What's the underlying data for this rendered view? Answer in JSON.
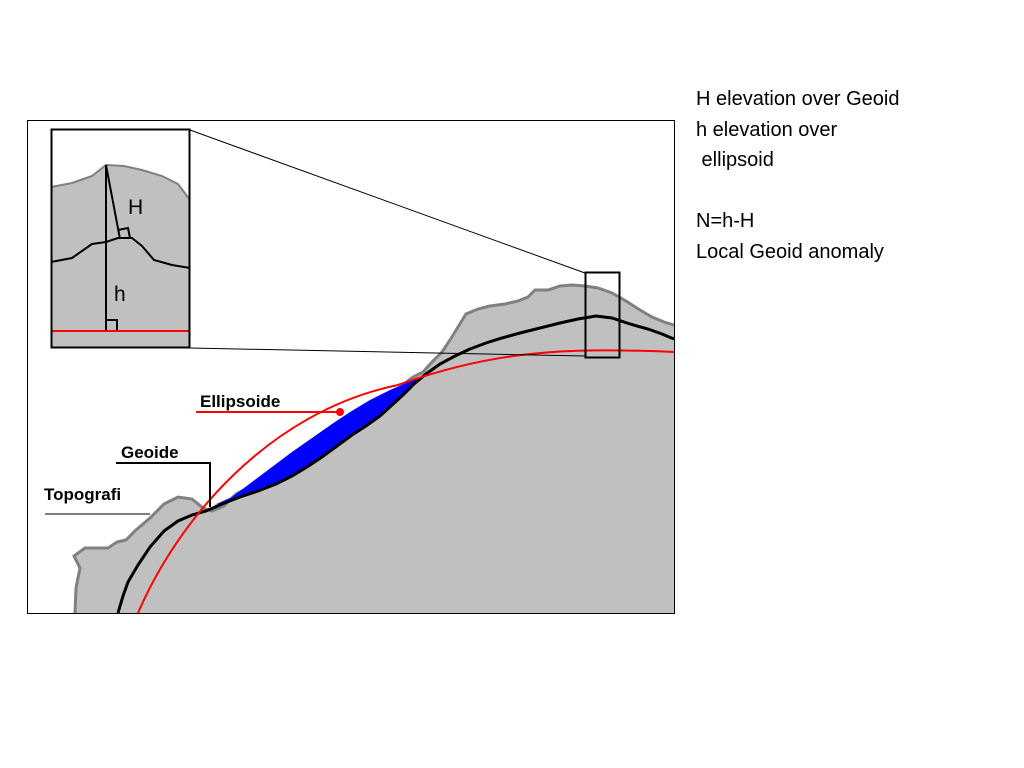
{
  "colors": {
    "background": "#ffffff",
    "terrain_fill": "#c0c0c0",
    "topography_line": "#808080",
    "geoid_line": "#000000",
    "ellipsoid_line": "#ff0000",
    "anomaly_fill": "#0000ff"
  },
  "figure": {
    "labels": {
      "ellipsoid": "Ellipsoide",
      "geoid": "Geoide",
      "topography": "Topografi"
    },
    "inset": {
      "H_label": "H",
      "h_label": "h"
    }
  },
  "notes": {
    "line1": "H elevation over Geoid",
    "line2": "h elevation over",
    "line3": " ellipsoid",
    "line4": "N=h-H",
    "line5": "Local Geoid anomaly"
  }
}
